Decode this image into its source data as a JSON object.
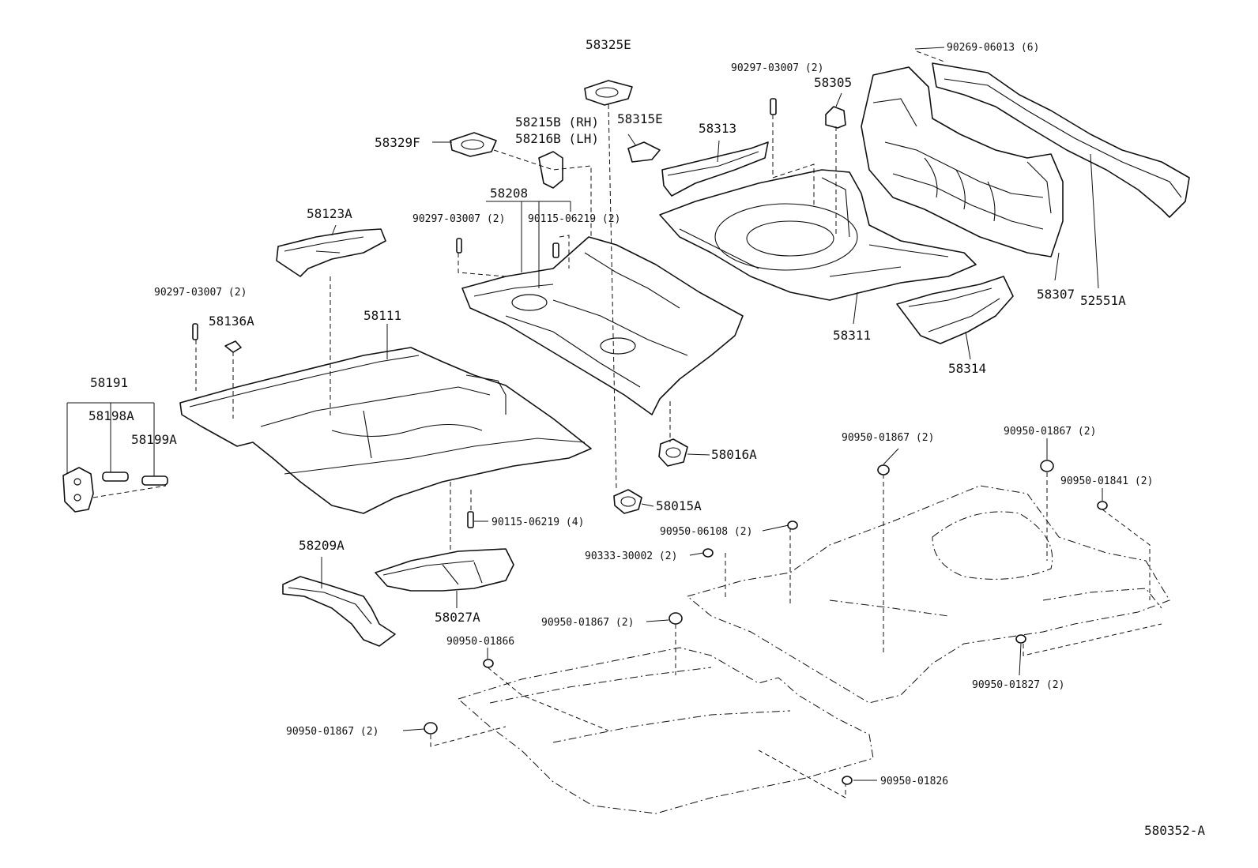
{
  "labels": {
    "p58325E": "58325E",
    "p90269": "90269-06013 (6)",
    "p90297_top": "90297-03007 (2)",
    "p58305": "58305",
    "p58215B": "58215B (RH)",
    "p58216B": "58216B (LH)",
    "p58315E": "58315E",
    "p58329F": "58329F",
    "p58313": "58313",
    "p58208": "58208",
    "p90297_mid": "90297-03007 (2)",
    "p90115_top": "90115-06219 (2)",
    "p58123A": "58123A",
    "p90297_left": "90297-03007 (2)",
    "p58136A": "58136A",
    "p58111": "58111",
    "p58191": "58191",
    "p58198A": "58198A",
    "p58199A": "58199A",
    "p58307": "58307",
    "p52551A": "52551A",
    "p58311": "58311",
    "p58314": "58314",
    "p58016A": "58016A",
    "p58015A": "58015A",
    "p90115_bottom": "90115-06219 (4)",
    "p58209A": "58209A",
    "p58027A": "58027A",
    "p90950_01867_a": "90950-01867 (2)",
    "p90950_01867_b": "90950-01867 (2)",
    "p90950_01841": "90950-01841 (2)",
    "p90950_06108": "90950-06108 (2)",
    "p90333": "90333-30002 (2)",
    "p90950_01867_c": "90950-01867 (2)",
    "p90950_01866": "90950-01866",
    "p90950_01827": "90950-01827 (2)",
    "p90950_01867_d": "90950-01867 (2)",
    "p90950_01826": "90950-01826",
    "diagram_code": "580352-A"
  }
}
